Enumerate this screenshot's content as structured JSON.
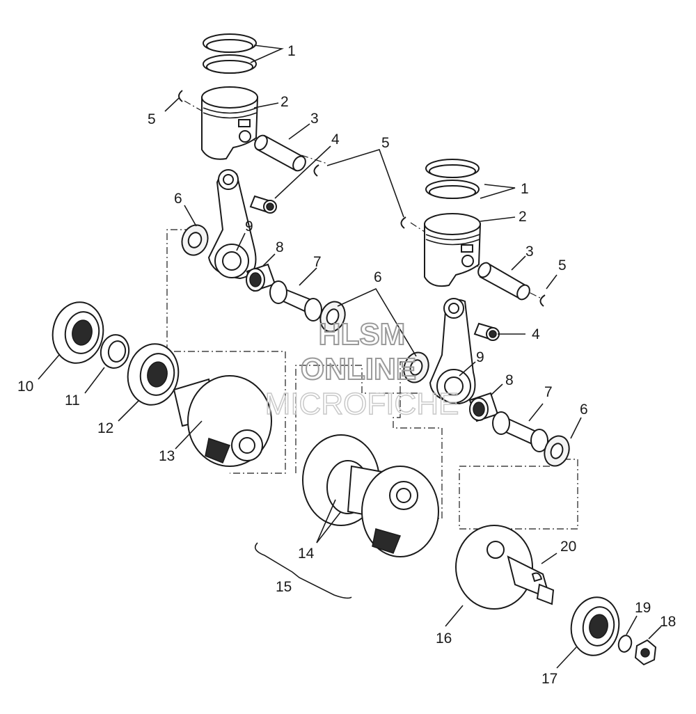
{
  "watermark": {
    "line1": "HLSM",
    "line2": "ONLINE",
    "line3": "MICROFICHE"
  },
  "callouts": {
    "c1a": "1",
    "c2a": "2",
    "c3a": "3",
    "c4a": "4",
    "c5a": "5",
    "c5b": "5",
    "c6a": "6",
    "c9a": "9",
    "c8a": "8",
    "c7a": "7",
    "c6b": "6",
    "c1b": "1",
    "c2b": "2",
    "c3b": "3",
    "c5c": "5",
    "c4b": "4",
    "c9b": "9",
    "c8b": "8",
    "c7b": "7",
    "c6c": "6",
    "c10": "10",
    "c11": "11",
    "c12": "12",
    "c13": "13",
    "c14": "14",
    "c15": "15",
    "c16": "16",
    "c17": "17",
    "c18": "18",
    "c19": "19",
    "c20": "20"
  }
}
